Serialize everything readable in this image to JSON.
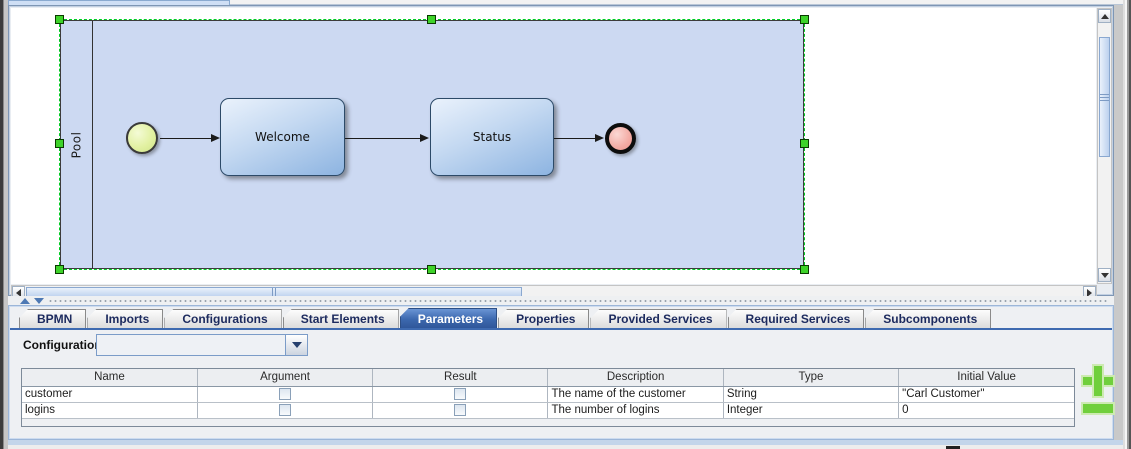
{
  "diagram": {
    "pool_label": "Pool",
    "tasks": [
      "Welcome",
      "Status"
    ]
  },
  "tabs": {
    "items": [
      {
        "label": "BPMN"
      },
      {
        "label": "Imports"
      },
      {
        "label": "Configurations"
      },
      {
        "label": "Start Elements"
      },
      {
        "label": "Parameters"
      },
      {
        "label": "Properties"
      },
      {
        "label": "Provided Services"
      },
      {
        "label": "Required Services"
      },
      {
        "label": "Subcomponents"
      }
    ],
    "selected": "Parameters"
  },
  "parameters_panel": {
    "configuration_label": "Configuration",
    "configuration_value": "",
    "table": {
      "columns": [
        "Name",
        "Argument",
        "Result",
        "Description",
        "Type",
        "Initial Value"
      ],
      "rows": [
        {
          "name": "customer",
          "argument_checked": false,
          "result_checked": false,
          "description": "The name of the customer",
          "type": "String",
          "initial_value": "\"Carl Customer\""
        },
        {
          "name": "logins",
          "argument_checked": false,
          "result_checked": false,
          "description": "The number of logins",
          "type": "Integer",
          "initial_value": "0"
        }
      ]
    },
    "actions": {
      "add": "add-parameter",
      "remove": "remove-parameter"
    }
  },
  "colors": {
    "pool_fill": "#ccd9f2",
    "selection_green": "#00cc22",
    "tab_selected_blue": "#3c68ae",
    "action_green": "#70cf3c",
    "start_event_fill": "#e2f1a2",
    "end_event_fill": "#f3aba4"
  }
}
